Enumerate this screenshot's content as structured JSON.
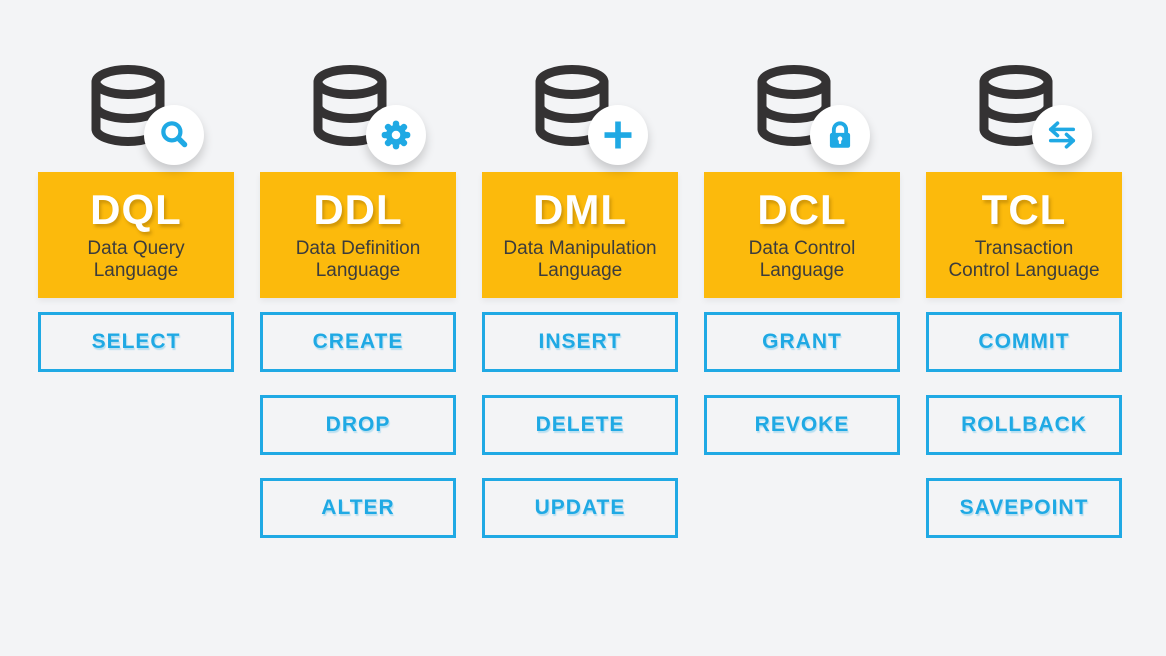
{
  "colors": {
    "background": "#F3F4F6",
    "yellow": "#FCBA0C",
    "blue": "#1FA9E4",
    "icon_dark": "#343233",
    "name_text": "#3C3C3C",
    "acronym_text": "#FFFFFF",
    "badge_bg": "#FFFFFF"
  },
  "columns": [
    {
      "id": "dql",
      "acronym": "DQL",
      "name_line1": "Data Query",
      "name_line2": "Language",
      "full_name": "Data Query Language",
      "badge_icon": "magnifier-icon",
      "commands": [
        "SELECT"
      ]
    },
    {
      "id": "ddl",
      "acronym": "DDL",
      "name_line1": "Data Definition",
      "name_line2": "Language",
      "full_name": "Data Definition Language",
      "badge_icon": "gear-icon",
      "commands": [
        "CREATE",
        "DROP",
        "ALTER"
      ]
    },
    {
      "id": "dml",
      "acronym": "DML",
      "name_line1": "Data Manipulation",
      "name_line2": "Language",
      "full_name": "Data Manipulation Language",
      "badge_icon": "plus-icon",
      "commands": [
        "INSERT",
        "DELETE",
        "UPDATE"
      ]
    },
    {
      "id": "dcl",
      "acronym": "DCL",
      "name_line1": "Data Control",
      "name_line2": "Language",
      "full_name": "Data Control Language",
      "badge_icon": "lock-icon",
      "commands": [
        "GRANT",
        "REVOKE"
      ]
    },
    {
      "id": "tcl",
      "acronym": "TCL",
      "name_line1": "Transaction",
      "name_line2": "Control Language",
      "full_name": "Transaction Control Language",
      "badge_icon": "swap-arrows-icon",
      "commands": [
        "COMMIT",
        "ROLLBACK",
        "SAVEPOINT"
      ]
    }
  ]
}
